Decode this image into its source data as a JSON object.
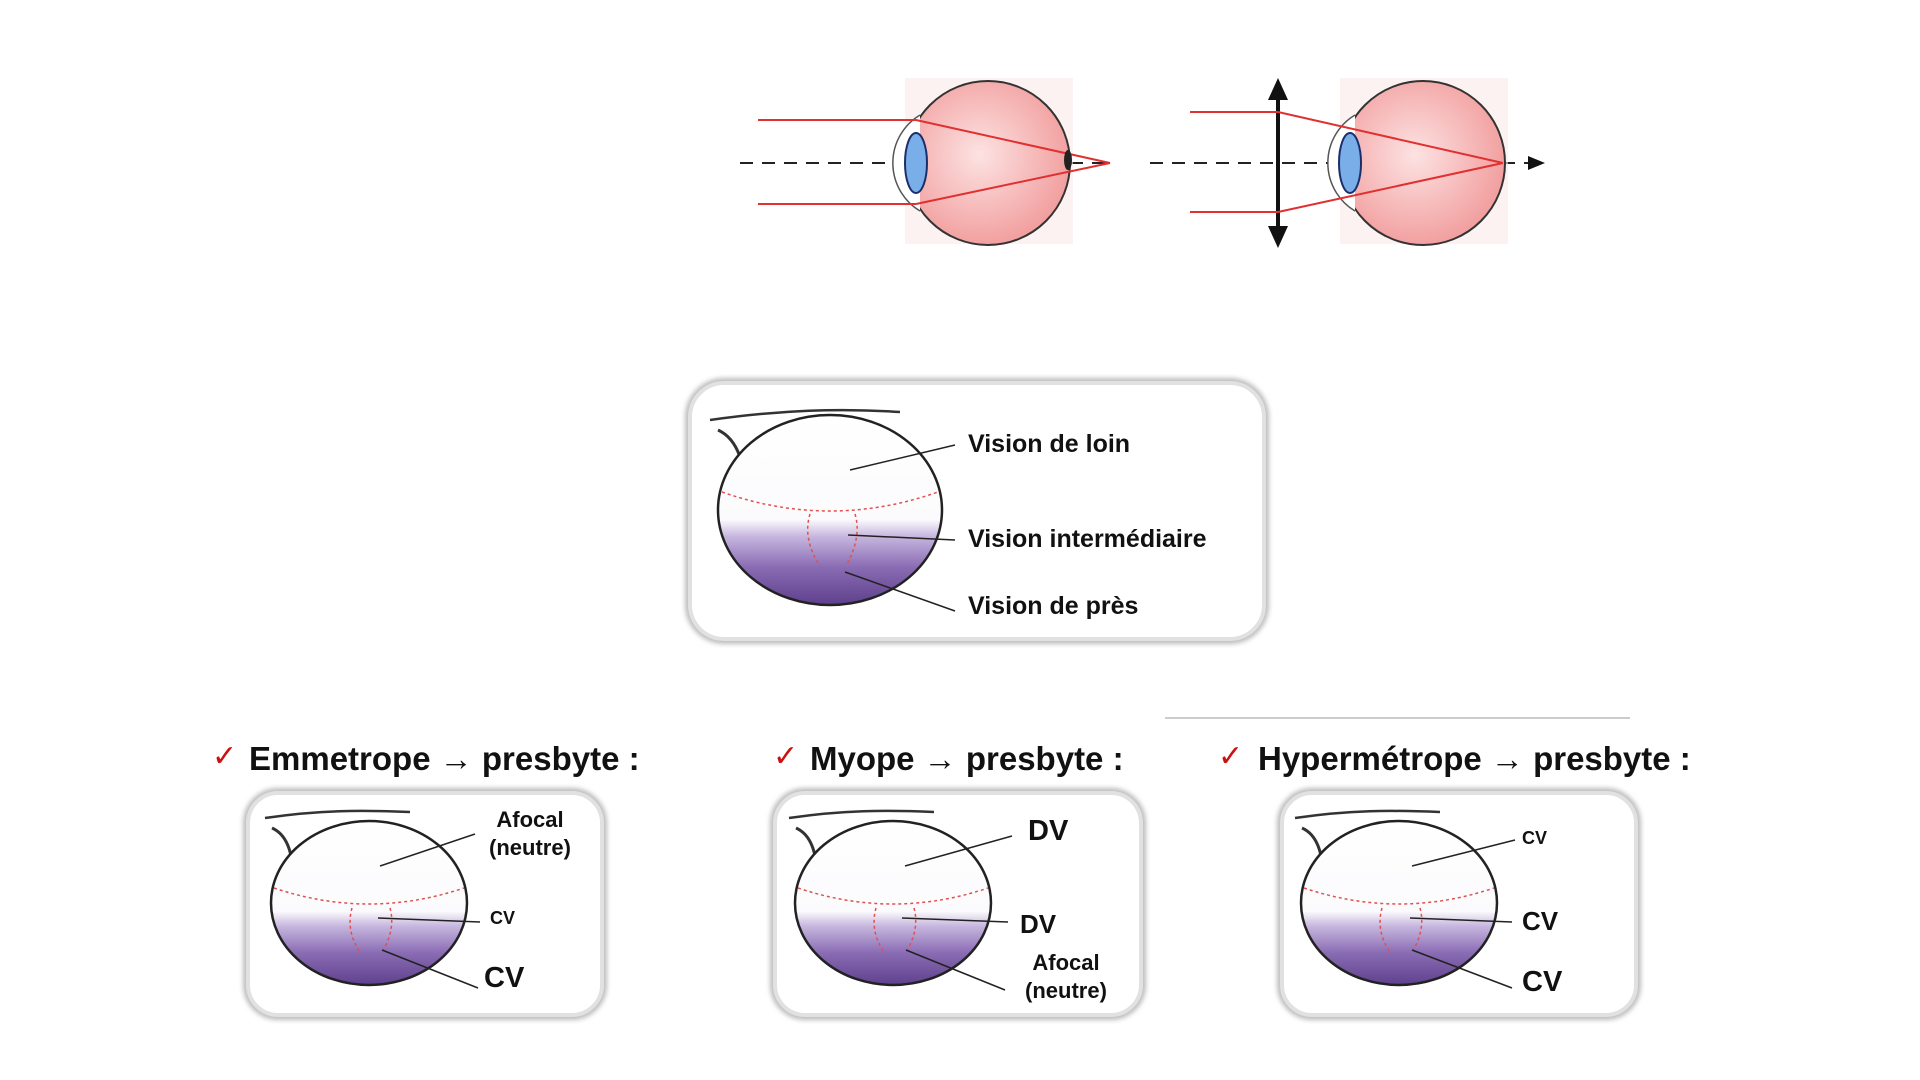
{
  "colors": {
    "ray": "#e03030",
    "eyeball": "#f4a6a6",
    "lens": "#7aaee8",
    "zone_purple": "#6a4a96",
    "check": "#cc1111",
    "frame": "#d0d0d0"
  },
  "main_lens": {
    "far": "Vision de loin",
    "intermediate": "Vision intermédiaire",
    "near": "Vision de près"
  },
  "cases": [
    {
      "check": "✓",
      "title": "Emmetrope → presbyte :",
      "top_label": "Afocal",
      "top_label_sub": "(neutre)",
      "mid_label": "CV",
      "bottom_label": "CV",
      "bottom_label_sub": ""
    },
    {
      "check": "✓",
      "title": "Myope → presbyte :",
      "top_label": "DV",
      "top_label_sub": "",
      "mid_label": "DV",
      "bottom_label": "Afocal",
      "bottom_label_sub": "(neutre)"
    },
    {
      "check": "✓",
      "title": "Hypermétrope → presbyte :",
      "top_label": "CV",
      "top_label_sub": "",
      "mid_label": "CV",
      "bottom_label": "CV",
      "bottom_label_sub": ""
    }
  ]
}
